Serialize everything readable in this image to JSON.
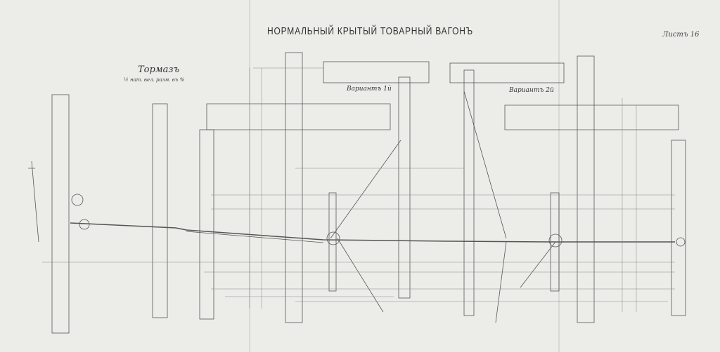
{
  "title": "НОРМАЛЬНЫЙ КРЫТЫЙ ТОВАРНЫЙ ВАГОНЪ",
  "sheet_number": "Листъ 16",
  "section_title": "Тормазъ",
  "scale_note": "½ нат. вел. разм. въ %",
  "variant_1": "Вариантъ 1й",
  "variant_2": "Вариантъ 2й"
}
